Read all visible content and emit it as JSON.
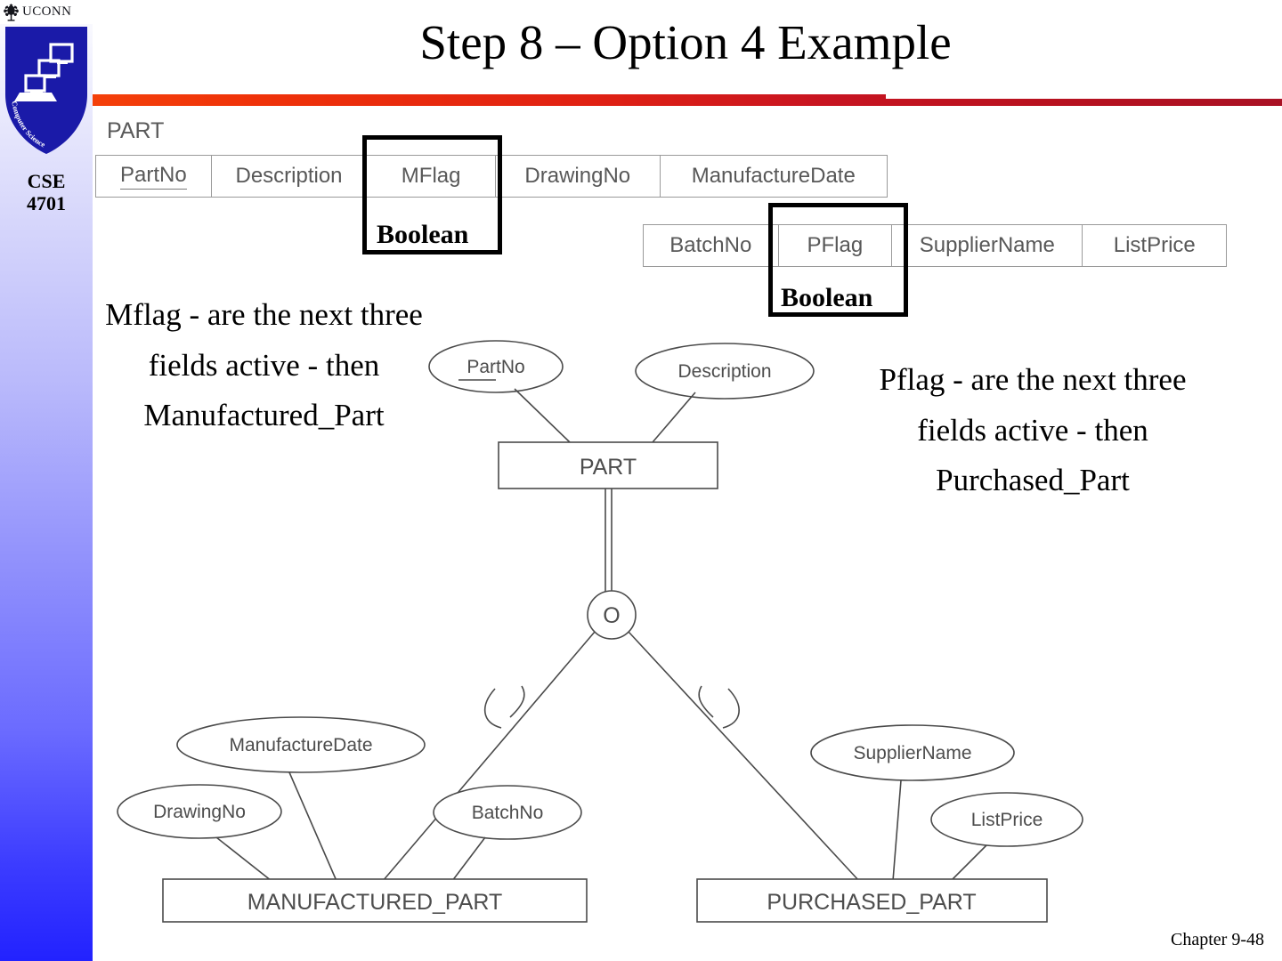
{
  "sidebar": {
    "university": "UCONN",
    "course_code": "CSE",
    "course_number": "4701",
    "shield_motto": "Computer Science and Engineering",
    "shield_color": "#1a1aa8",
    "gradient_top": "#fdfdff",
    "gradient_bottom": "#2222ff"
  },
  "header": {
    "title": "Step 8 – Option 4 Example",
    "rule_color_left": "#f4400a",
    "rule_color_right": "#a91124"
  },
  "relations": {
    "name": "PART",
    "row1": [
      {
        "label": "PartNo",
        "primary_key": true
      },
      {
        "label": "Description",
        "primary_key": false
      },
      {
        "label": "MFlag",
        "primary_key": false
      },
      {
        "label": "DrawingNo",
        "primary_key": false
      },
      {
        "label": "ManufactureDate",
        "primary_key": false
      }
    ],
    "row2": [
      {
        "label": "BatchNo",
        "primary_key": false
      },
      {
        "label": "PFlag",
        "primary_key": false
      },
      {
        "label": "SupplierName",
        "primary_key": false
      },
      {
        "label": "ListPrice",
        "primary_key": false
      }
    ]
  },
  "callouts": [
    {
      "label": "Boolean",
      "targets": "MFlag"
    },
    {
      "label": "Boolean",
      "targets": "PFlag"
    }
  ],
  "notes": {
    "left": "Mflag - are the next three fields active - then Manufactured_Part",
    "right": "Pflag - are the next three fields active - then Purchased_Part"
  },
  "er_diagram": {
    "superclass": "PART",
    "superclass_attributes": [
      "PartNo",
      "Description"
    ],
    "specialization_symbol": "O",
    "subclasses": [
      {
        "name": "MANUFACTURED_PART",
        "attributes": [
          "DrawingNo",
          "ManufactureDate",
          "BatchNo"
        ]
      },
      {
        "name": "PURCHASED_PART",
        "attributes": [
          "SupplierName",
          "ListPrice"
        ]
      }
    ]
  },
  "footer": {
    "chapter": "Chapter 9-48"
  }
}
